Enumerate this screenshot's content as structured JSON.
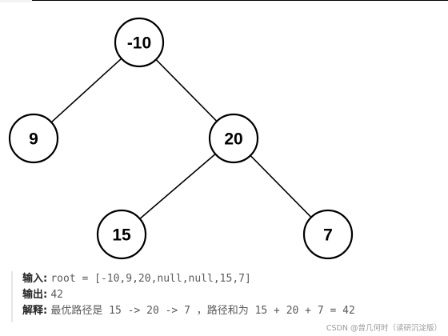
{
  "tree": {
    "nodes": [
      {
        "id": "n-10",
        "label": "-10"
      },
      {
        "id": "n9",
        "label": "9"
      },
      {
        "id": "n20",
        "label": "20"
      },
      {
        "id": "n15",
        "label": "15"
      },
      {
        "id": "n7",
        "label": "7"
      }
    ],
    "edges": [
      {
        "from": "n-10",
        "to": "n9"
      },
      {
        "from": "n-10",
        "to": "n20"
      },
      {
        "from": "n20",
        "to": "n15"
      },
      {
        "from": "n20",
        "to": "n7"
      }
    ]
  },
  "example": {
    "input_label": "输入:",
    "input_value": "root = [-10,9,20,null,null,15,7]",
    "output_label": "输出:",
    "output_value": "42",
    "explanation_label": "解释:",
    "explanation_value": "最优路径是 15 -> 20 -> 7 ，路径和为 15 + 20 + 7 = 42"
  },
  "watermark": "CSDN @曾几何时（读研沉淀版）"
}
